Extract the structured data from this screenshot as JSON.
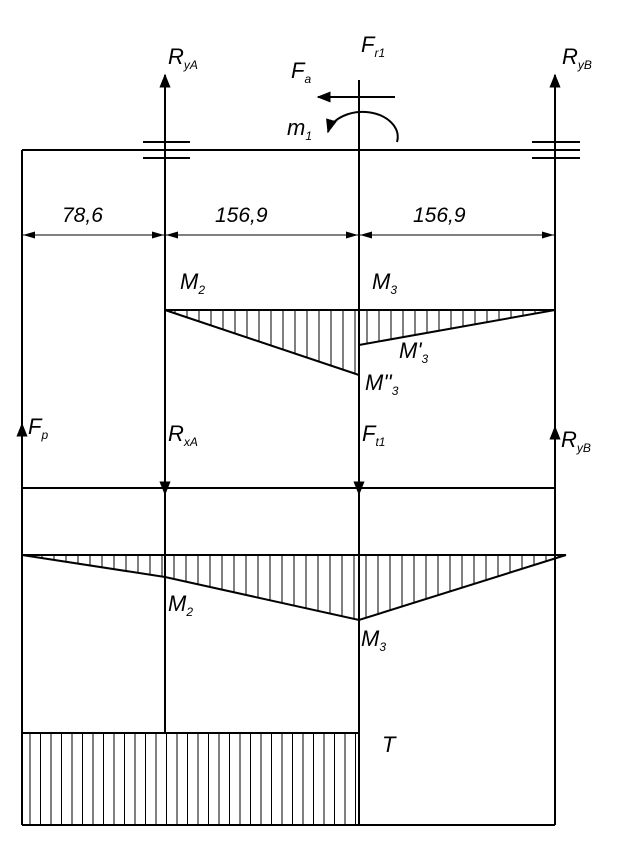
{
  "labels": {
    "r_ya_top": {
      "main": "R",
      "sub": "yA"
    },
    "f_a": {
      "main": "F",
      "sub": "a"
    },
    "f_r1": {
      "main": "F",
      "sub": "r1"
    },
    "r_yb_top": {
      "main": "R",
      "sub": "yB"
    },
    "m1": {
      "main": "m",
      "sub": "1"
    },
    "m2_vertical": {
      "main": "M",
      "sub": "2"
    },
    "m3_vertical": {
      "main": "M",
      "sub": "3"
    },
    "m3_prime": {
      "main": "M'",
      "sub": "3"
    },
    "m3_double_prime": {
      "main": "M''",
      "sub": "3"
    },
    "f_p": {
      "main": "F",
      "sub": "p"
    },
    "r_xa": {
      "main": "R",
      "sub": "xA"
    },
    "f_t1": {
      "main": "F",
      "sub": "t1"
    },
    "r_yb_mid": {
      "main": "R",
      "sub": "yB"
    },
    "m2_horizontal": {
      "main": "M",
      "sub": "2"
    },
    "m3_horizontal": {
      "main": "M",
      "sub": "3"
    },
    "torque": {
      "main": "T",
      "sub": ""
    }
  },
  "dimensions": [
    "78,6",
    "156,9",
    "156,9"
  ]
}
